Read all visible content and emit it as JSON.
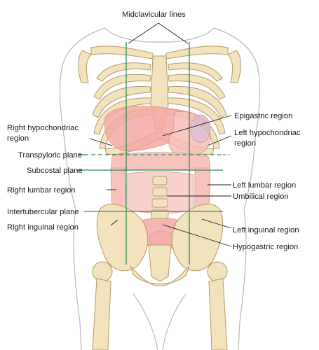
{
  "labels": {
    "midclavicular": "Midclavicular lines",
    "right_hypochondriac_1": "Right hypochondriac",
    "right_hypochondriac_2": "region",
    "transpyloric": "Transpyloric plane",
    "subcostal": "Subcostal plane",
    "right_lumbar": "Right lumbar region",
    "intertubercular": "Intertubercular plane",
    "right_inguinal": "Right inguinal region",
    "epigastric": "Epigastric region",
    "left_hypochondriac_1": "Left hypochondriac",
    "left_hypochondriac_2": "region",
    "left_lumbar": "Left lumbar region",
    "umbilical": "Umbilical region",
    "left_inguinal": "Left inguinal region",
    "hypogastric": "Hypogastric region"
  },
  "colors": {
    "skin_outline": "#b9b9b9",
    "bone_fill": "#f2e3bd",
    "bone_stroke": "#b49a6a",
    "organ_fill": "#f4a7a0",
    "plane_line": "#2e8b57",
    "leader_line": "#1a1a1a"
  }
}
